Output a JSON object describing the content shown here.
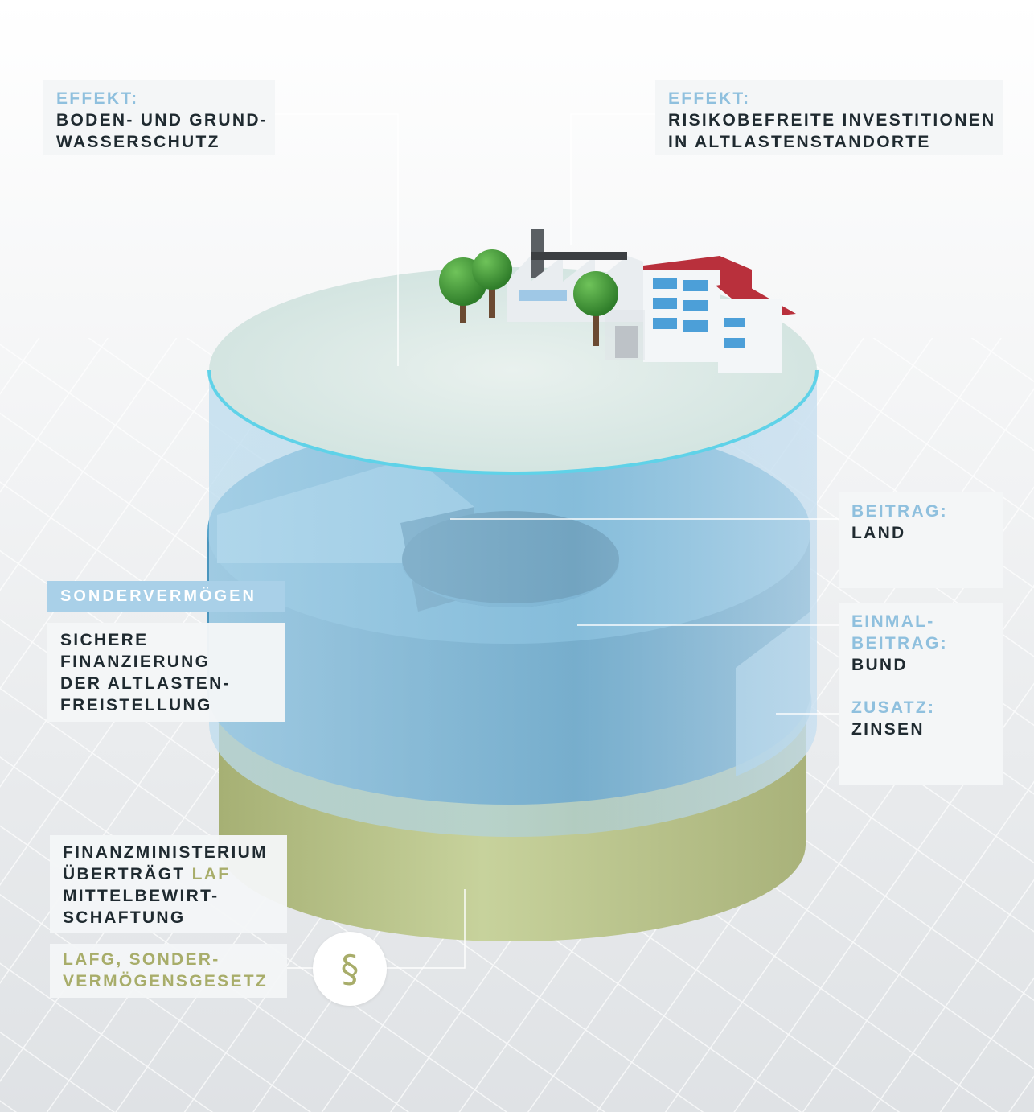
{
  "labels": {
    "effekt_left": {
      "heading": "EFFEKT:",
      "line1": "BODEN- UND GRUND-",
      "line2": "WASSERSCHUTZ"
    },
    "effekt_right": {
      "heading": "EFFEKT:",
      "line1": "RISIKOBEFREITE INVESTITIONEN",
      "line2": "IN ALTLASTENSTANDORTE"
    },
    "beitrag_land": {
      "heading": "BEITRAG:",
      "value": "LAND"
    },
    "einmal_bund": {
      "heading1": "EINMAL-",
      "heading2": "BEITRAG:",
      "value": "BUND"
    },
    "zusatz": {
      "heading": "ZUSATZ:",
      "value": "ZINSEN"
    },
    "sondervermoegen": {
      "tag": "SONDERVERMÖGEN",
      "line1": "SICHERE",
      "line2": "FINANZIERUNG",
      "line3": "DER ALTLASTEN-",
      "line4": "FREISTELLUNG"
    },
    "finanzministerium": {
      "line1": "FINANZMINISTERIUM",
      "line2_a": "ÜBERTRÄGT ",
      "line2_b": "LAF",
      "line3": "MITTELBEWIRT-",
      "line4": "SCHAFTUNG"
    },
    "gesetz": {
      "line1": "LAFG, SONDER-",
      "line2": "VERMÖGENSGESETZ"
    },
    "paragraph_symbol": "§"
  },
  "colors": {
    "water_blue": "#7fb6d6",
    "deep_blue": "#3a86ad",
    "olive_layer": "#b5c08a",
    "label_blue": "#8fc0de",
    "label_olive": "#a8ad6a",
    "label_dark": "#1f2a30"
  },
  "icons": [
    "factory-icon",
    "tree-icon",
    "paragraph-icon"
  ]
}
